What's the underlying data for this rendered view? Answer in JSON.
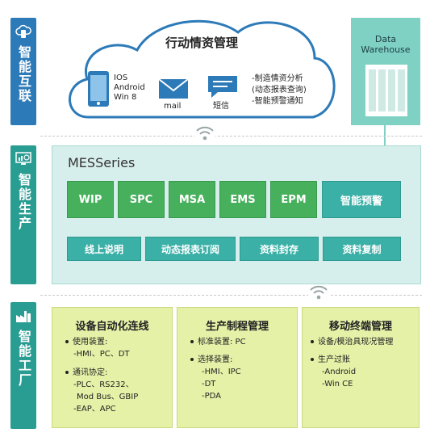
{
  "side_labels": {
    "internet": "智能互联",
    "production": "智能生产",
    "factory": "智能工厂"
  },
  "cloud": {
    "title": "行动情资管理",
    "devices": [
      "IOS",
      "Android",
      "Win 8"
    ],
    "mail_label": "mail",
    "sms_label": "短信",
    "features": [
      "-制造情资分析",
      "(动态报表查询)",
      "-智能预警通知"
    ]
  },
  "warehouse": {
    "line1": "Data",
    "line2": "Warehouse"
  },
  "mes": {
    "title": "MESSeries",
    "modules": [
      "WIP",
      "SPC",
      "MSA",
      "EMS",
      "EPM",
      "智能预警"
    ],
    "sub_modules": [
      "线上说明",
      "动态报表订阅",
      "资料封存",
      "资料复制"
    ]
  },
  "factory_boxes": [
    {
      "title": "设备自动化连线",
      "lines": [
        "使用装置:",
        "-HMI、PC、DT",
        "通讯协定:",
        "-PLC、RS232、",
        "Mod Bus、GBIP",
        "-EAP、APC"
      ]
    },
    {
      "title": "生产制程管理",
      "lines": [
        "标准装置: PC",
        "选择装置:",
        "-HMI、IPC",
        "-DT",
        "-PDA"
      ]
    },
    {
      "title": "移动终端管理",
      "lines": [
        "设备/模治具现况管理",
        "生产过账",
        "-Android",
        "-Win CE"
      ]
    }
  ],
  "colors": {
    "internet": "#2d7ab8",
    "teal": "#2a9d93",
    "module_green": "#47b05c",
    "sub_teal": "#3bb0a7",
    "factory_box": "#e6f1a8",
    "warehouse": "#7fd1c3"
  }
}
